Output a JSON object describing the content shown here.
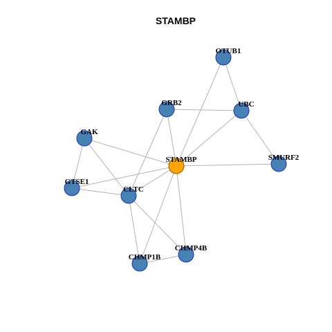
{
  "title": "STAMBP",
  "colors": {
    "background": "#ffffff",
    "edge": "#b3b3b3",
    "node_default_fill": "#4682b4",
    "node_default_stroke": "#1c2fbf",
    "node_center_fill": "#ffa500",
    "node_center_stroke": "#8b5a00"
  },
  "nodes": [
    {
      "id": "STAMBP",
      "label": "STAMBP",
      "center": true
    },
    {
      "id": "OTUB1",
      "label": "OTUB1",
      "center": false
    },
    {
      "id": "GRB2",
      "label": "GRB2",
      "center": false
    },
    {
      "id": "UBC",
      "label": "UBC",
      "center": false
    },
    {
      "id": "GAK",
      "label": "GAK",
      "center": false
    },
    {
      "id": "SMURF2",
      "label": "SMURF2",
      "center": false
    },
    {
      "id": "GTSE1",
      "label": "GTSE1",
      "center": false
    },
    {
      "id": "CLTC",
      "label": "CLTC",
      "center": false
    },
    {
      "id": "CHMP4B",
      "label": "CHMP4B",
      "center": false
    },
    {
      "id": "CHMP1B",
      "label": "CHMP1B",
      "center": false
    }
  ],
  "edges": [
    [
      "OTUB1",
      "UBC"
    ],
    [
      "OTUB1",
      "STAMBP"
    ],
    [
      "GRB2",
      "UBC"
    ],
    [
      "GRB2",
      "STAMBP"
    ],
    [
      "GRB2",
      "CLTC"
    ],
    [
      "UBC",
      "STAMBP"
    ],
    [
      "UBC",
      "SMURF2"
    ],
    [
      "GAK",
      "STAMBP"
    ],
    [
      "GAK",
      "GTSE1"
    ],
    [
      "GAK",
      "CLTC"
    ],
    [
      "STAMBP",
      "SMURF2"
    ],
    [
      "STAMBP",
      "GTSE1"
    ],
    [
      "STAMBP",
      "CLTC"
    ],
    [
      "STAMBP",
      "CHMP4B"
    ],
    [
      "STAMBP",
      "CHMP1B"
    ],
    [
      "GTSE1",
      "CLTC"
    ],
    [
      "CLTC",
      "CHMP4B"
    ],
    [
      "CLTC",
      "CHMP1B"
    ],
    [
      "CHMP4B",
      "CHMP1B"
    ]
  ]
}
